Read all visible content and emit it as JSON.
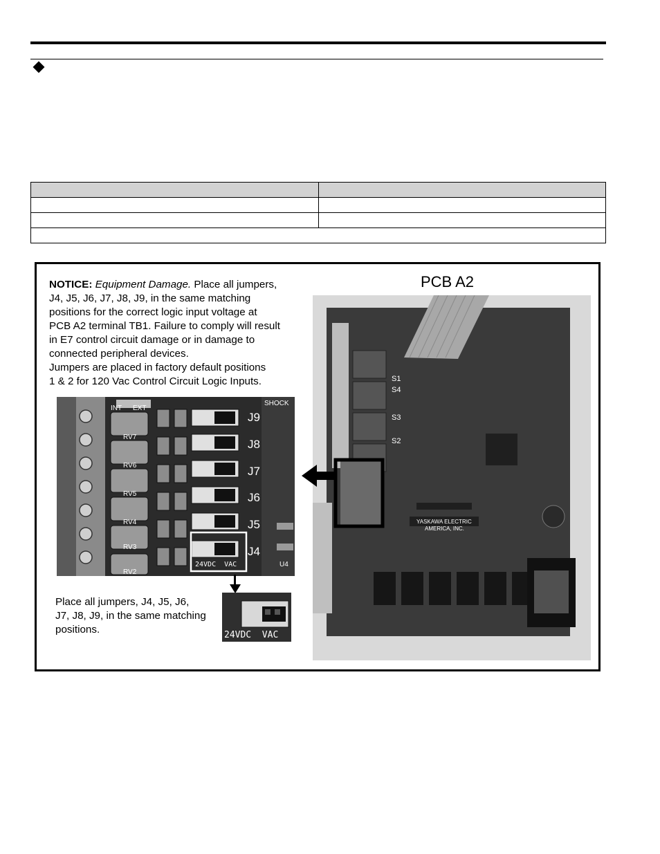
{
  "notice": {
    "label": "NOTICE:",
    "hazard": "Equipment Damage.",
    "lines": [
      "Place all jumpers,",
      "J4, J5, J6, J7, J8, J9, in the same matching",
      "positions for the correct logic input voltage at",
      "PCB A2 terminal TB1. Failure to comply will result",
      "in E7 control circuit damage or in damage to",
      "connected peripheral devices.",
      "Jumpers are placed in factory default positions",
      "1 & 2 for 120 Vac Control Circuit Logic Inputs."
    ]
  },
  "pcb_title": "PCB A2",
  "zoom_photo": {
    "jumper_labels": [
      "J9",
      "J8",
      "J7",
      "J6",
      "J5",
      "J4"
    ],
    "rv_labels": [
      "RV7",
      "RV6",
      "RV5",
      "RV4",
      "RV3",
      "RV2"
    ],
    "top_labels": [
      "INT",
      "EXT",
      "SHOCK"
    ],
    "voltage_label": "24VDC  VAC",
    "u_label": "U4"
  },
  "jumper_photo": {
    "voltage_label": "24VDC  VAC"
  },
  "caption_lines": [
    "Place all jumpers, J4, J5, J6,",
    "J7, J8, J9, in the same matching",
    "positions."
  ],
  "board_photo": {
    "silk_lines": [
      "YASKAWA ELECTRIC",
      "AMERICA, INC."
    ],
    "switch_labels": [
      "S1",
      "S4",
      "S3",
      "S2"
    ]
  }
}
